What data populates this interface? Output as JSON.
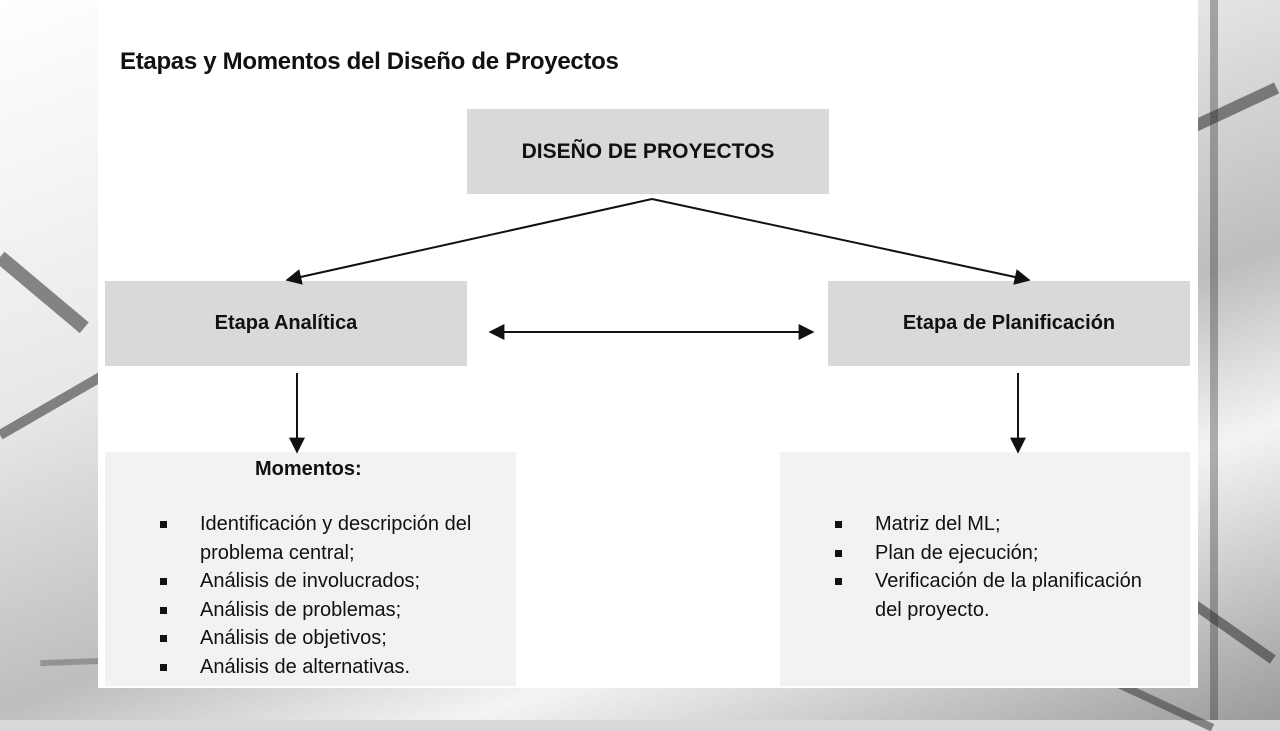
{
  "title": "Etapas y Momentos del Diseño de Proyectos",
  "nodes": {
    "top": "DISEÑO DE PROYECTOS",
    "left": "Etapa Analítica",
    "right": "Etapa de Planificación"
  },
  "left_panel": {
    "heading": "Momentos:",
    "items": [
      "Identificación y descripción del problema central;",
      "Análisis de involucrados;",
      "Análisis de problemas;",
      "Análisis de objetivos;",
      "Análisis de alternativas."
    ]
  },
  "right_panel": {
    "items": [
      "Matriz del ML;",
      "Plan de ejecución;",
      "Verificación de la planificación del proyecto."
    ]
  }
}
